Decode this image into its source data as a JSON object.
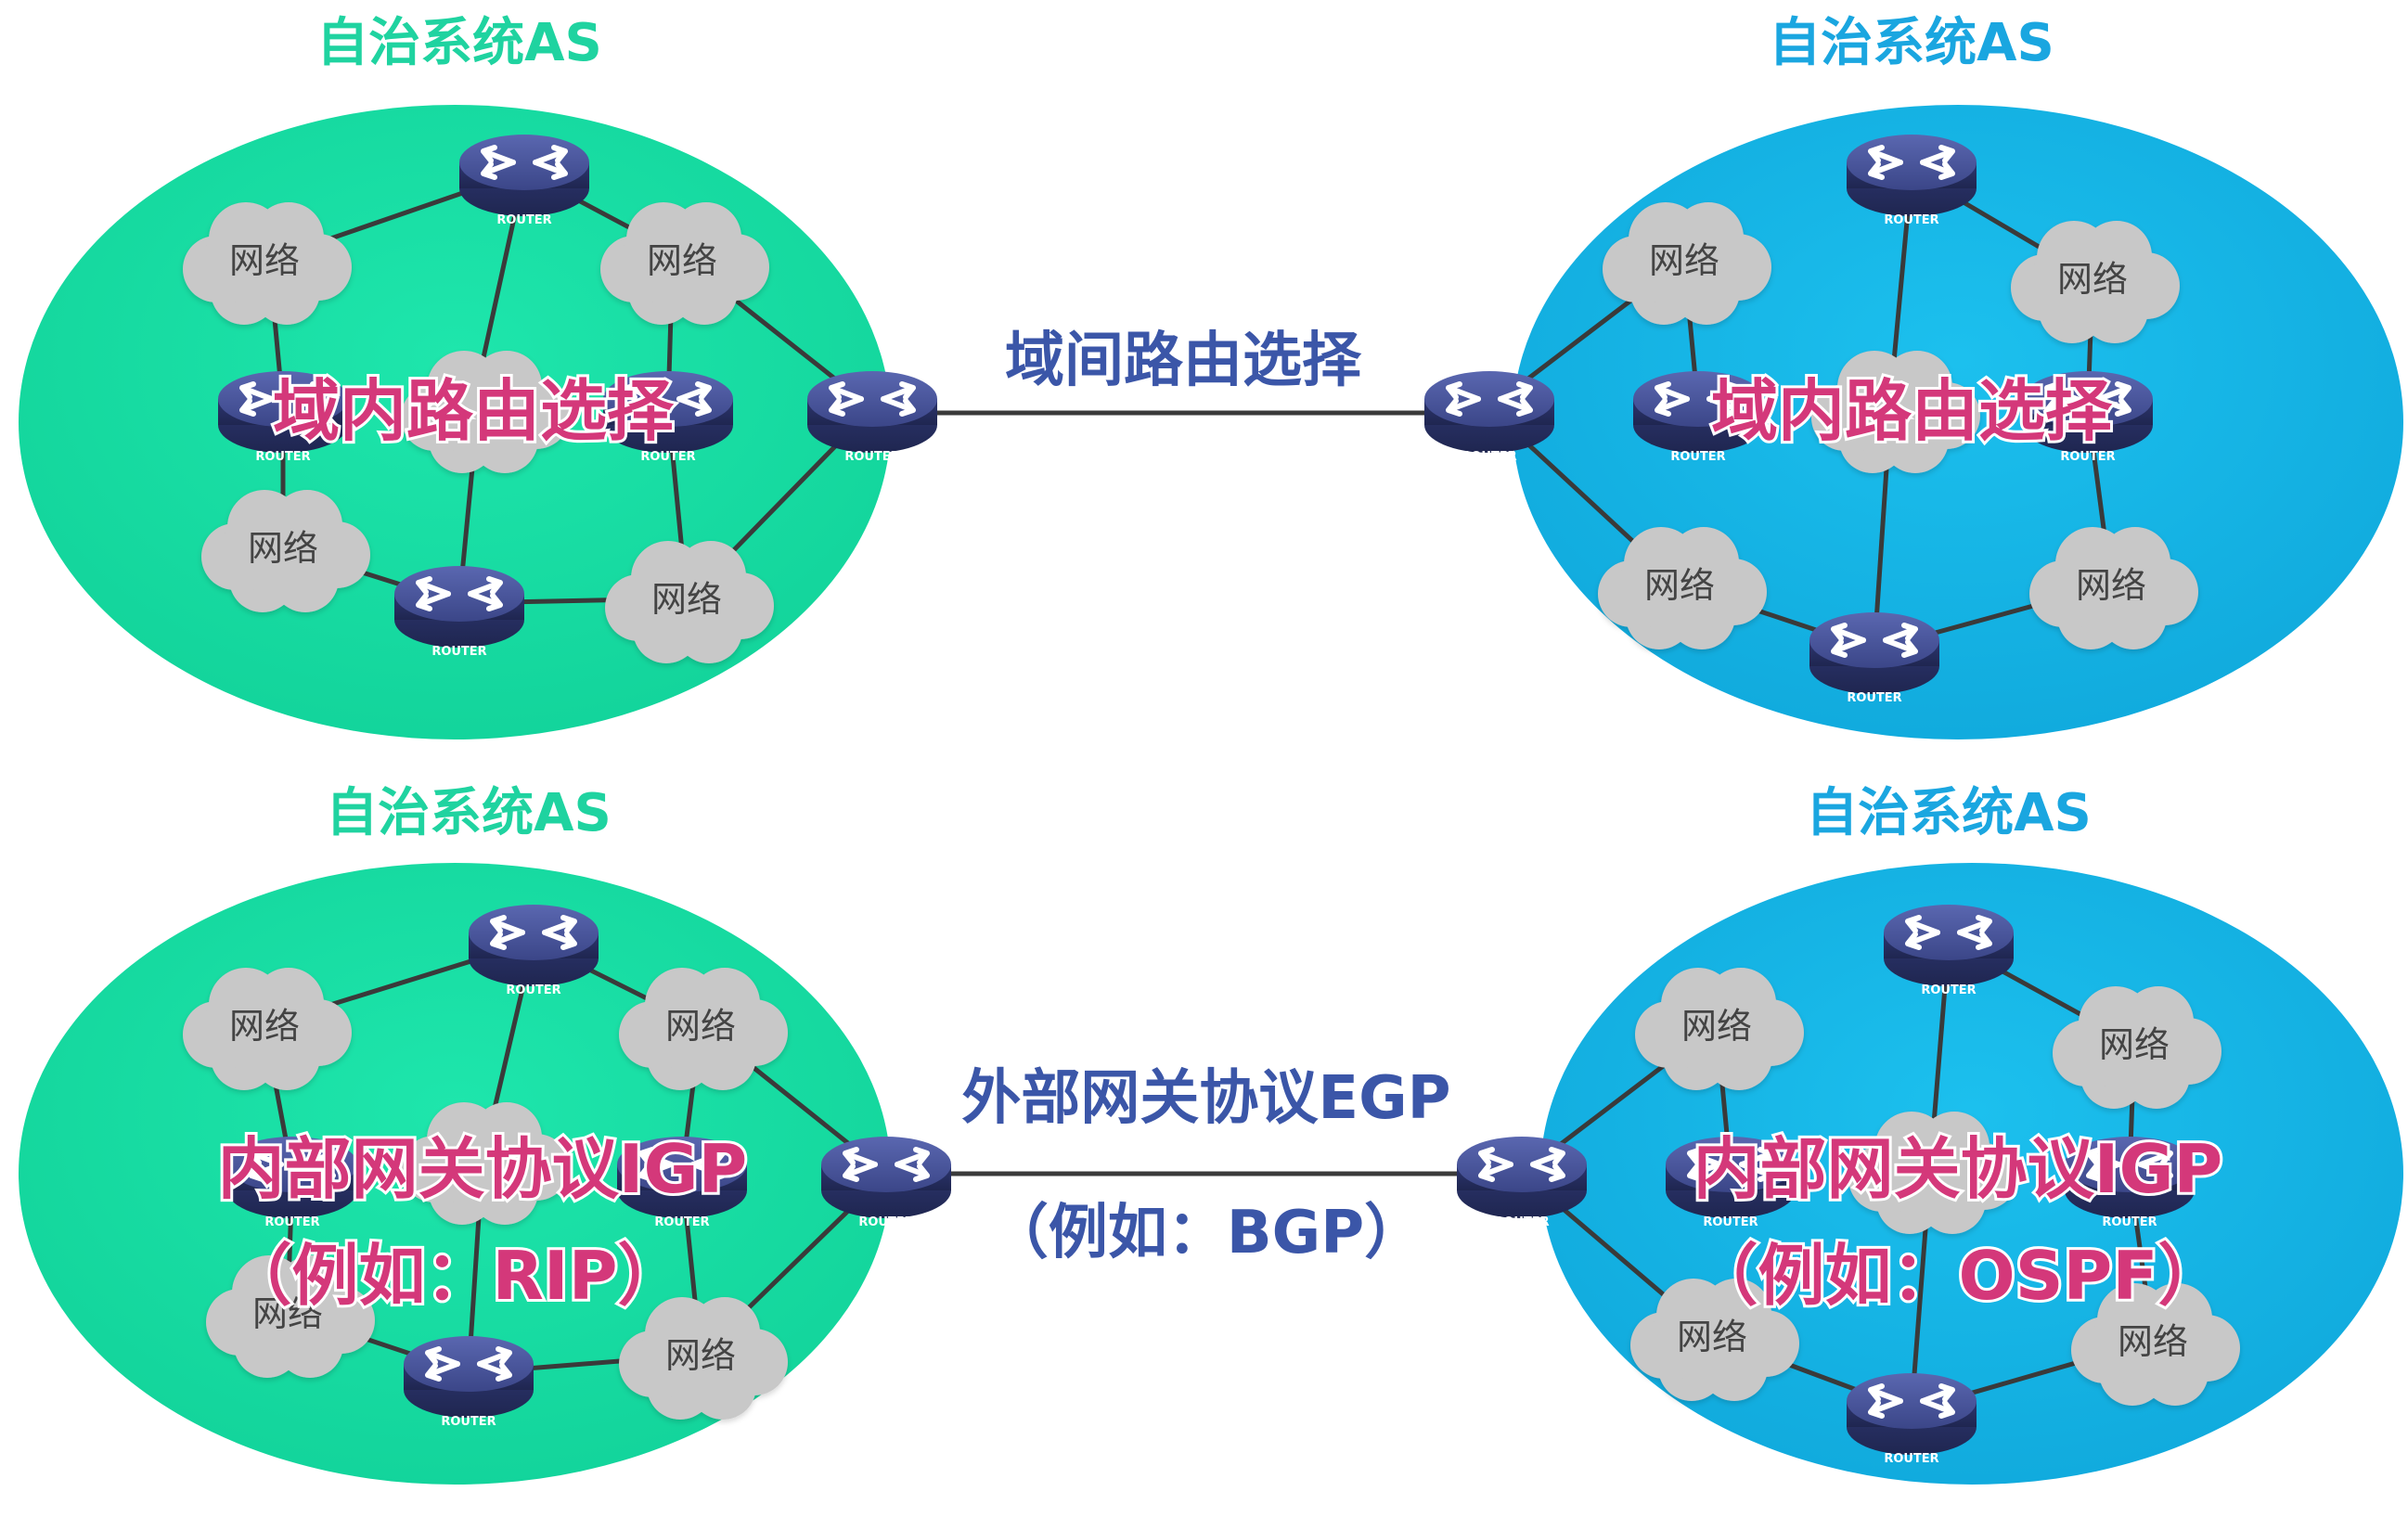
{
  "top": {
    "left_as_title": "自治系统AS",
    "right_as_title": "自治系统AS",
    "left_inner_label": "域内路由选择",
    "right_inner_label": "域内路由选择",
    "center_label": "域间路由选择"
  },
  "bottom": {
    "left_as_title": "自治系统AS",
    "right_as_title": "自治系统AS",
    "left_inner_label_line1": "内部网关协议IGP",
    "left_inner_label_line2": "（例如：RIP）",
    "right_inner_label_line1": "内部网关协议IGP",
    "right_inner_label_line2": "（例如：OSPF）",
    "center_label_line1": "外部网关协议EGP",
    "center_label_line2": "（例如：BGP）"
  },
  "network_label": "网络",
  "router_label": "ROUTER",
  "colors": {
    "left_as_fill": "#18dea4",
    "right_as_fill": "#16b6e6",
    "left_title": "#1fd3a0",
    "right_title": "#1aa6e0",
    "inner_label": "#d4387a",
    "center_label": "#3b56a8",
    "router_body": "#3e4a8e",
    "cloud": "#c8c8c8"
  },
  "icons": {
    "router": "router-icon",
    "network": "cloud-icon"
  }
}
